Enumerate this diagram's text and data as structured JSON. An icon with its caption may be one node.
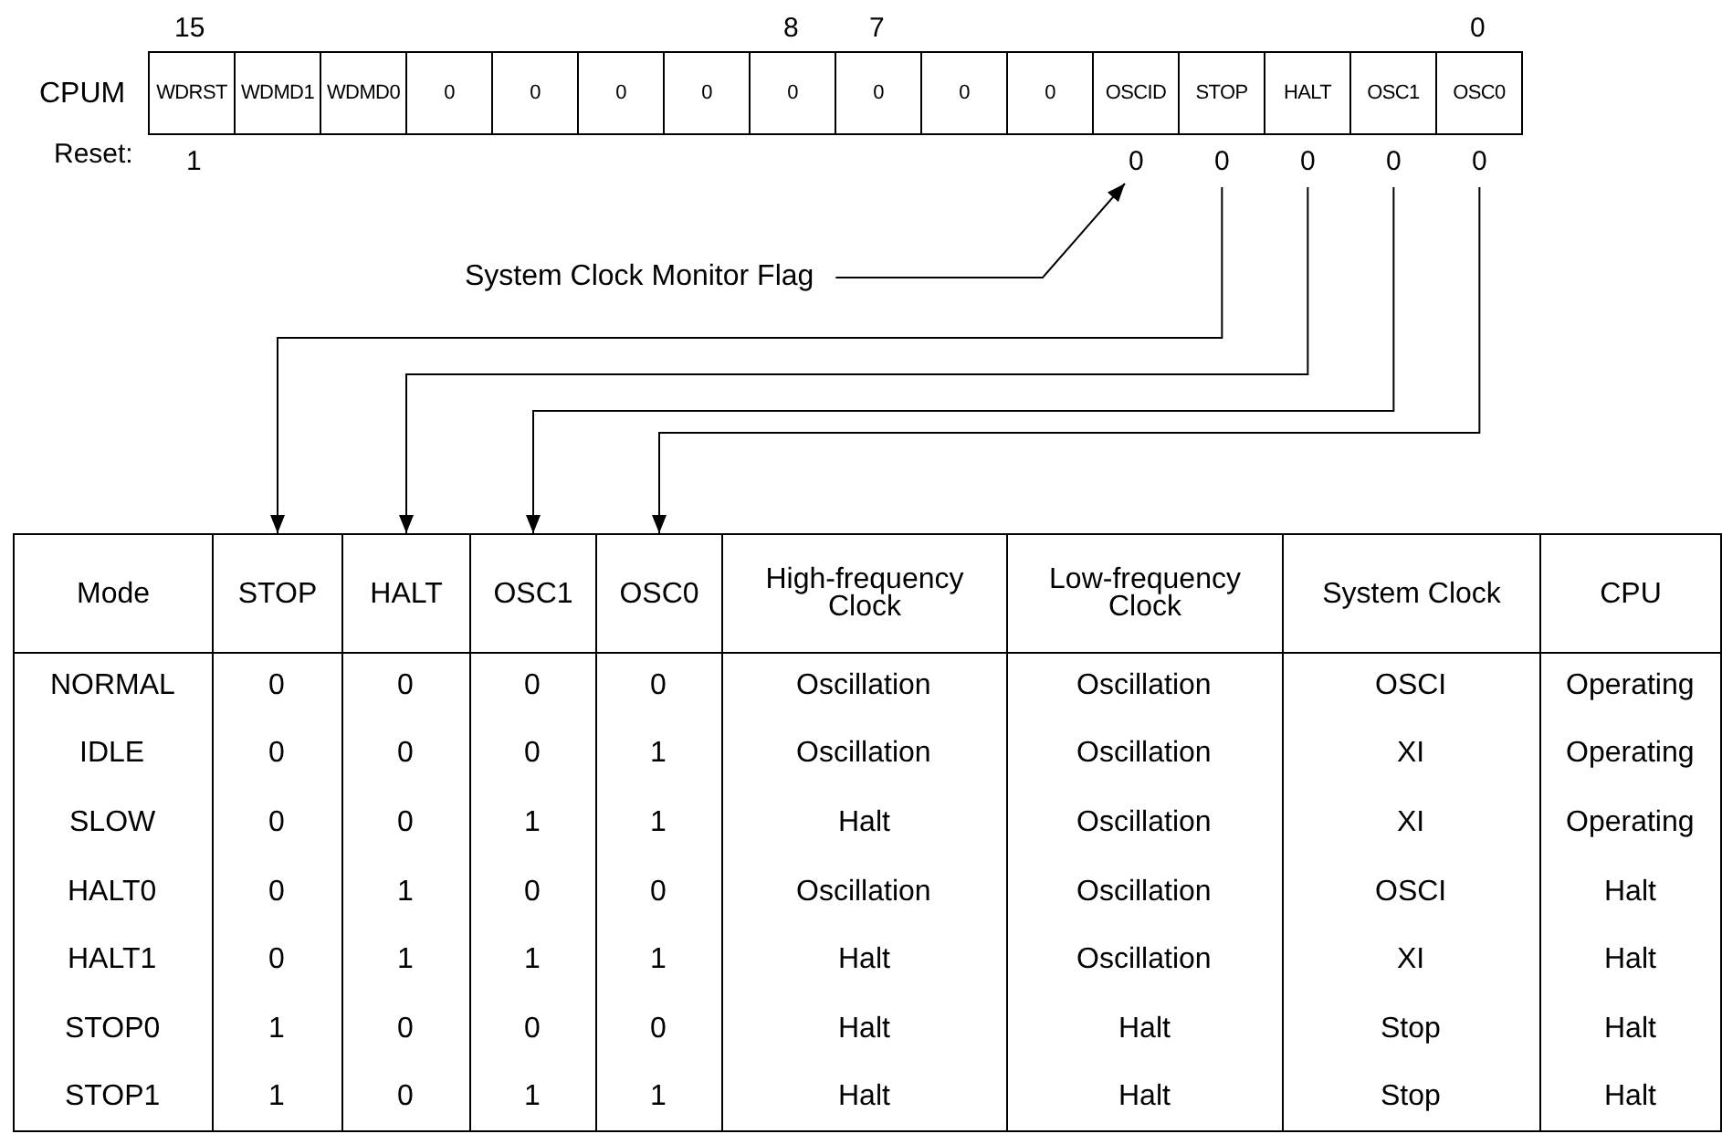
{
  "diagram": {
    "nodes": [
      {
        "text": [
          "WDRST"
        ]
      },
      {
        "text": [
          "WDMD1"
        ]
      },
      {
        "text": [
          "WDMD0"
        ]
      },
      {
        "text": [
          "0"
        ]
      },
      {
        "text": [
          "0"
        ]
      },
      {
        "text": [
          "0"
        ]
      },
      {
        "text": [
          "0"
        ]
      },
      {
        "text": [
          "0"
        ]
      },
      {
        "text": [
          "0"
        ]
      },
      {
        "text": [
          "0"
        ]
      },
      {
        "text": [
          "0"
        ]
      },
      {
        "text": [
          "OSCID"
        ]
      },
      {
        "text": [
          "STOP"
        ]
      },
      {
        "text": [
          "HALT"
        ]
      },
      {
        "text": [
          "OSC1"
        ]
      },
      {
        "text": [
          "OSC0"
        ]
      },
      {
        "text": [
          "System Clock Monitor Flag"
        ]
      },
      {
        "text": [
          "0"
        ]
      },
      {
        "text": [
          "0"
        ]
      },
      {
        "text": [
          "0"
        ]
      },
      {
        "text": [
          "0"
        ]
      },
      {
        "text": [
          "0"
        ]
      },
      {
        "text": [
          "STOP"
        ]
      },
      {
        "text": [
          "HALT"
        ]
      },
      {
        "text": [
          "OSC1"
        ]
      },
      {
        "text": [
          "OSC0"
        ]
      }
    ],
    "edges": [
      {
        "from": 16,
        "to": 17,
        "arrow": "to"
      },
      {
        "from": 18,
        "to": 22,
        "arrow": "to"
      },
      {
        "from": 19,
        "to": 23,
        "arrow": "to"
      },
      {
        "from": 20,
        "to": 24,
        "arrow": "to"
      },
      {
        "from": 21,
        "to": 25,
        "arrow": "to"
      }
    ],
    "labels": [
      "15",
      "8",
      "7",
      "0",
      "CPUM",
      "Reset:",
      "1",
      "Mode",
      "High-frequency Clock",
      "Low-frequency Clock",
      "System Clock",
      "CPU",
      "NORMAL",
      "0",
      "0",
      "0",
      "0",
      "Oscillation",
      "Oscillation",
      "OSCI",
      "Operating",
      "IDLE",
      "0",
      "0",
      "0",
      "1",
      "Oscillation",
      "Oscillation",
      "XI",
      "Operating",
      "SLOW",
      "0",
      "0",
      "1",
      "1",
      "Halt",
      "Oscillation",
      "XI",
      "Operating",
      "HALT0",
      "0",
      "1",
      "0",
      "0",
      "Oscillation",
      "Oscillation",
      "OSCI",
      "Halt",
      "HALT1",
      "0",
      "1",
      "1",
      "1",
      "Halt",
      "Oscillation",
      "XI",
      "Halt",
      "STOP0",
      "1",
      "0",
      "0",
      "0",
      "Halt",
      "Halt",
      "Stop",
      "Halt",
      "STOP1",
      "1",
      "0",
      "1",
      "1",
      "Halt",
      "Halt",
      "Stop",
      "Halt"
    ]
  }
}
